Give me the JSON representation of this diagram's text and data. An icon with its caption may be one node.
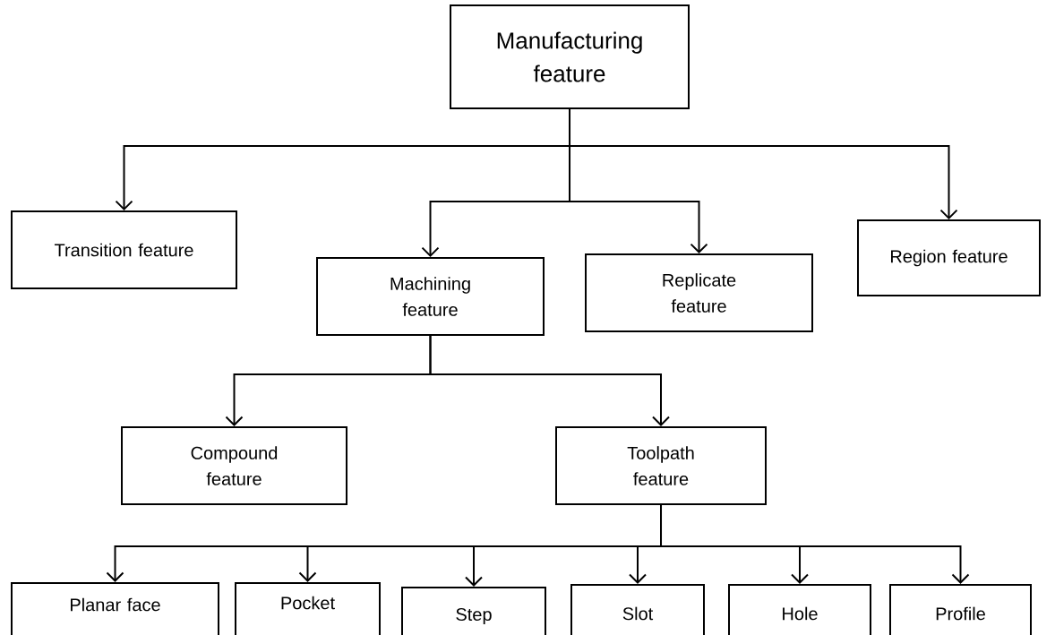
{
  "diagram": {
    "nodes": [
      {
        "text": [
          "Manufacturing feature"
        ]
      },
      {
        "text": [
          "Transition feature"
        ]
      },
      {
        "text": [
          "Machining feature"
        ]
      },
      {
        "text": [
          "Replicate feature"
        ]
      },
      {
        "text": [
          "Region feature"
        ]
      },
      {
        "text": [
          "Compound feature"
        ]
      },
      {
        "text": [
          "Toolpath feature"
        ]
      },
      {
        "text": [
          "Planar face"
        ]
      },
      {
        "text": [
          "Pocket"
        ]
      },
      {
        "text": [
          "Step"
        ]
      },
      {
        "text": [
          "Slot"
        ]
      },
      {
        "text": [
          "Hole"
        ]
      },
      {
        "text": [
          "Profile"
        ]
      }
    ],
    "edges": [
      {
        "from": 0,
        "to": 1,
        "arrow": "to"
      },
      {
        "from": 0,
        "to": 2,
        "arrow": "to"
      },
      {
        "from": 0,
        "to": 3,
        "arrow": "to"
      },
      {
        "from": 0,
        "to": 4,
        "arrow": "to"
      },
      {
        "from": 2,
        "to": 5,
        "arrow": "to"
      },
      {
        "from": 2,
        "to": 6,
        "arrow": "to"
      },
      {
        "from": 6,
        "to": 7,
        "arrow": "to"
      },
      {
        "from": 6,
        "to": 8,
        "arrow": "to"
      },
      {
        "from": 6,
        "to": 9,
        "arrow": "to"
      },
      {
        "from": 6,
        "to": 10,
        "arrow": "to"
      },
      {
        "from": 6,
        "to": 11,
        "arrow": "to"
      },
      {
        "from": 6,
        "to": 12,
        "arrow": "to"
      }
    ]
  }
}
